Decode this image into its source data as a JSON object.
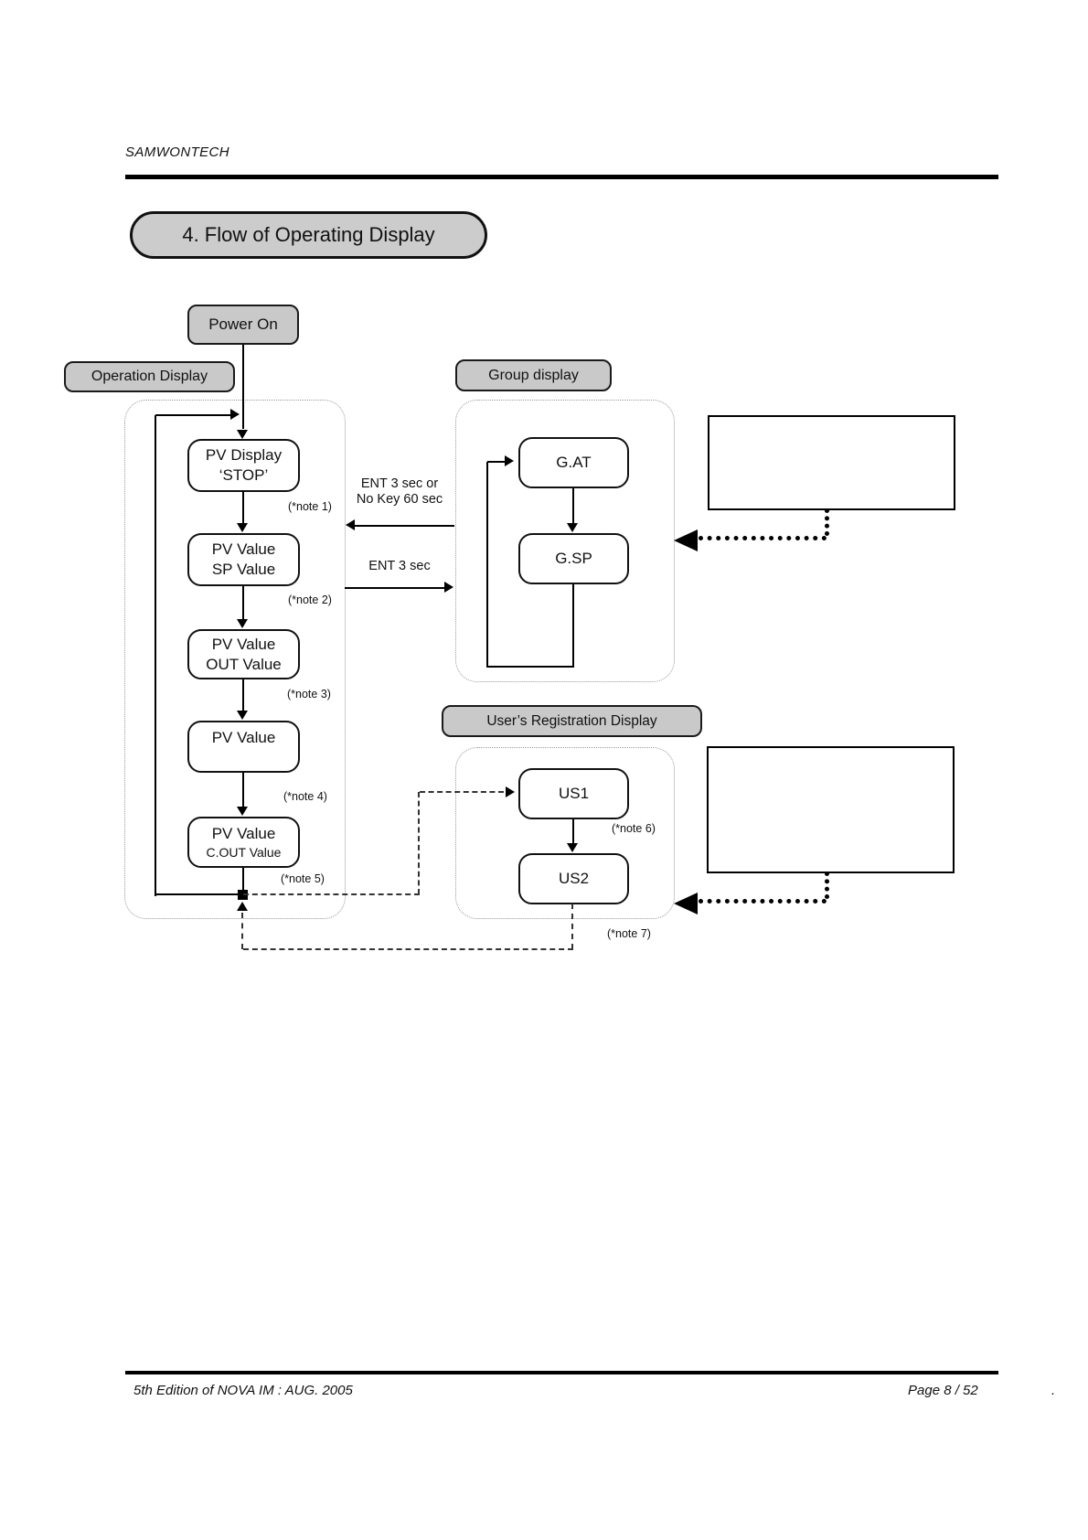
{
  "header": {
    "brand": "SAMWONTECH"
  },
  "title": "4. Flow of Operating Display",
  "labels": {
    "power_on": "Power On",
    "operation_display": "Operation Display",
    "group_display": "Group display",
    "users_registration": "User’s Registration Display"
  },
  "boxes": {
    "pv_display": {
      "line1": "PV Display",
      "line2": "‘STOP’"
    },
    "pv_sp": {
      "line1": "PV Value",
      "line2": "SP Value"
    },
    "pv_out": {
      "line1": "PV Value",
      "line2": "OUT Value"
    },
    "pv_only": {
      "line1": "PV Value"
    },
    "pv_cout": {
      "line1": "PV Value",
      "line2": "C.OUT Value"
    },
    "g_at": "G.AT",
    "g_sp": "G.SP",
    "us1": "US1",
    "us2": "US2"
  },
  "edges": {
    "ent_3sec_or": "ENT 3 sec or",
    "no_key_60sec": "No Key 60 sec",
    "ent_3sec": "ENT 3 sec"
  },
  "notes": {
    "n1": "(*note 1)",
    "n2": "(*note 2)",
    "n3": "(*note 3)",
    "n4": "(*note 4)",
    "n5": "(*note 5)",
    "n6": "(*note 6)",
    "n7": "(*note 7)"
  },
  "footer": {
    "edition": "5th Edition of NOVA IM : AUG. 2005",
    "page": "Page  8 / 52",
    "dot": "."
  }
}
